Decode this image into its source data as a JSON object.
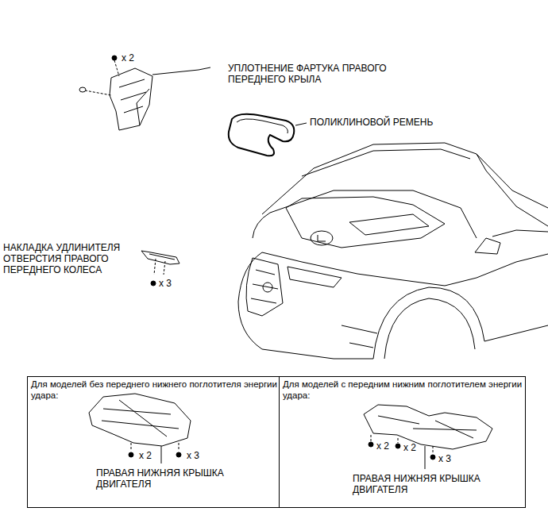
{
  "diagram": {
    "nodes": [
      {
        "text": [
          "Для моделей без переднего нижнего поглотителя энергии удара:",
          "ПРАВАЯ НИЖНЯЯ КРЫШКА ДВИГАТЕЛЯ",
          "x 2",
          "x 3"
        ]
      },
      {
        "text": [
          "Для моделей с передним нижним поглотителем энергии удара:",
          "ПРАВАЯ НИЖНЯЯ КРЫШКА ДВИГАТЕЛЯ",
          "x 2",
          "x 2",
          "x 3"
        ]
      }
    ],
    "labels": [
      "x 2",
      "УПЛОТНЕНИЕ ФАРТУКА ПРАВОГО ПЕРЕДНЕГО КРЫЛА",
      "ПОЛИКЛИНОВОЙ РЕМЕНЬ",
      "НАКЛАДКА УДЛИНИТЕЛЯ ОТВЕРСТИЯ ПРАВОГО ПЕРЕДНЕГО КОЛЕСА",
      "x 3"
    ]
  }
}
